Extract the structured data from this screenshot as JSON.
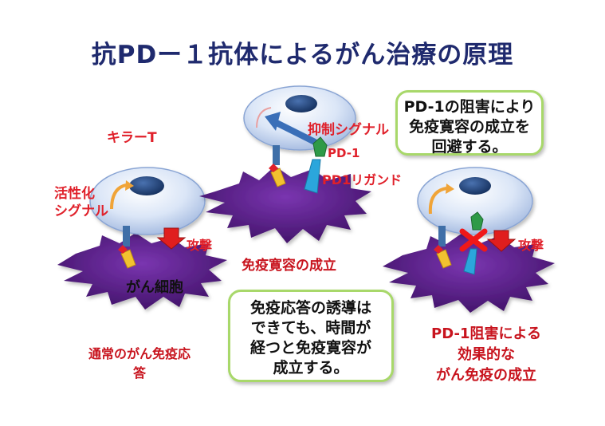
{
  "title": "抗PDー１抗体によるがん治療の原理",
  "labels": {
    "killer_t": "キラーT",
    "activation_signal_1": "活性化",
    "activation_signal_2": "シグナル",
    "attack_left": "攻撃",
    "cancer_cell": "がん細胞",
    "inhibition_signal": "抑制シグナル",
    "pd1": "PD-1",
    "pd1_ligand": "PD1リガンド",
    "tolerance_established": "免疫寛容の成立",
    "attack_right": "攻撃"
  },
  "captions": {
    "left_1": "通常のがん免疫応",
    "left_2": "答",
    "right_1": "PD-1阻害による",
    "right_2": "効果的な",
    "right_3": "がん免疫の成立"
  },
  "boxes": {
    "top_right": [
      "PD-1の阻害により",
      "免疫寛容の成立を",
      "回避する。"
    ],
    "bottom_center": [
      "免疫応答の誘導は",
      "できても、時間が",
      "経つと免疫寛容が",
      "成立する。"
    ]
  },
  "colors": {
    "title": "#1f2a6e",
    "label_red": "#e0202a",
    "caption_red": "#c8141e",
    "box_border": "#a8d86a",
    "t_cell": "#c9daf3",
    "nucleus": "#1f3f74",
    "cancer_cell": "#5c1f8a",
    "receptor": "#3f6fa8",
    "pd1": "#2e9a47",
    "ligand": "#2ba6dc",
    "attack_arrow": "#e01e1e",
    "activation_arrow": "#f0a438",
    "block_x": "#f01818"
  }
}
